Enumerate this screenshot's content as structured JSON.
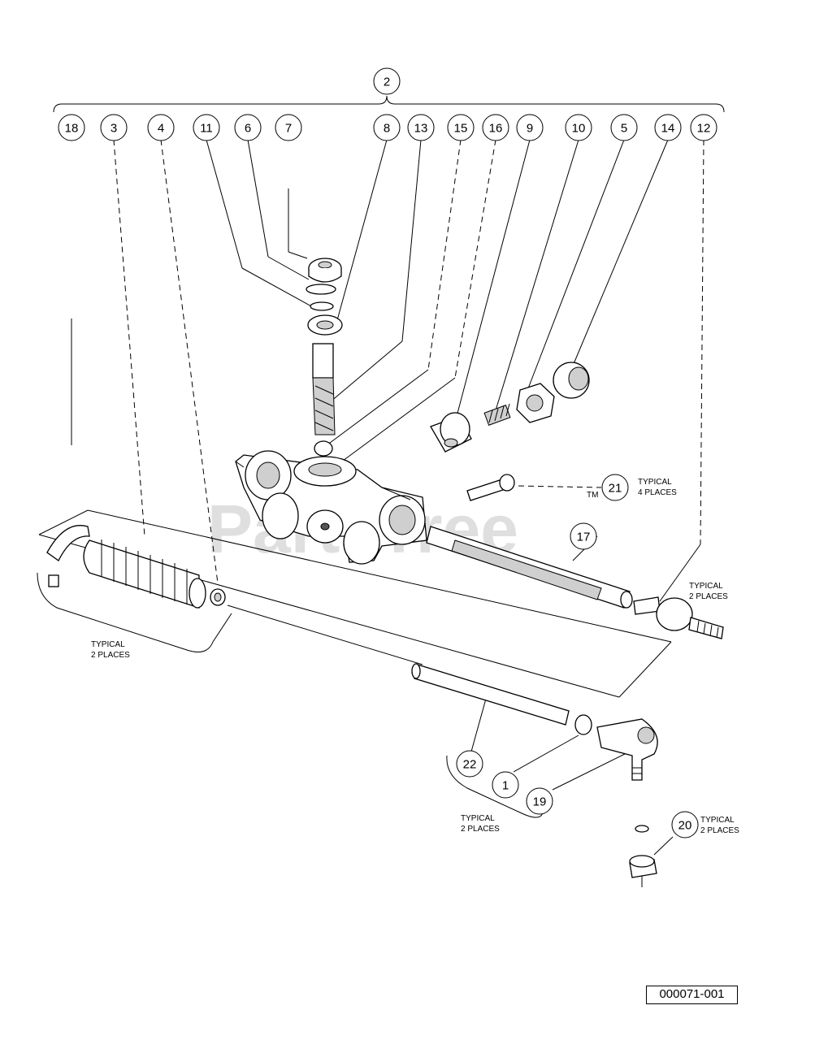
{
  "diagram": {
    "callouts": [
      "2",
      "18",
      "3",
      "4",
      "11",
      "6",
      "7",
      "8",
      "13",
      "15",
      "16",
      "9",
      "10",
      "5",
      "14",
      "12",
      "21",
      "17",
      "22",
      "1",
      "19",
      "20"
    ],
    "notes": {
      "boot": [
        "TYPICAL",
        "2 PLACES"
      ],
      "tie_rod_end": [
        "TYPICAL",
        "2 PLACES"
      ],
      "bolt": [
        "TYPICAL",
        "4 PLACES"
      ],
      "tie_rod": [
        "TYPICAL",
        "2 PLACES"
      ],
      "nut": [
        "TYPICAL",
        "2 PLACES"
      ]
    },
    "watermark": "PartsTree",
    "watermark_mark": "TM",
    "document_id": "000071-001"
  }
}
